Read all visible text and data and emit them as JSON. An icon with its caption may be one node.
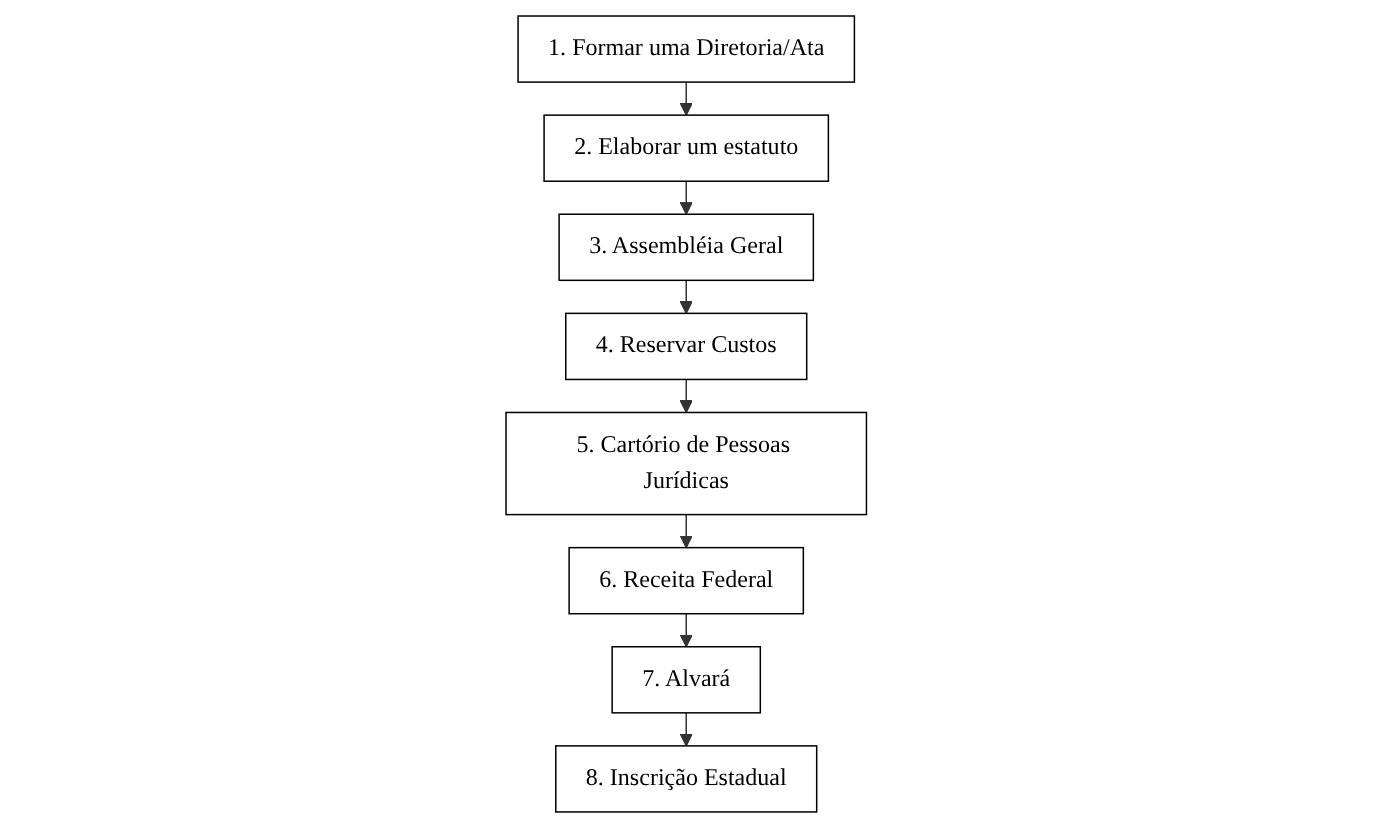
{
  "diagram": {
    "nodes": [
      {
        "text": [
          "1. Formar uma Diretoria/Ata"
        ]
      },
      {
        "text": [
          "2. Elaborar um estatuto"
        ]
      },
      {
        "text": [
          "3. Assembléia Geral"
        ]
      },
      {
        "text": [
          "4. Reservar Custos"
        ]
      },
      {
        "text": [
          "5. Cartório de Pessoas Jurídicas"
        ]
      },
      {
        "text": [
          "6. Receita Federal"
        ]
      },
      {
        "text": [
          "7. Alvará"
        ]
      },
      {
        "text": [
          "8. Inscrição Estadual"
        ]
      }
    ],
    "edges": [
      {
        "from": 0,
        "to": 1,
        "arrow": "to"
      },
      {
        "from": 1,
        "to": 2,
        "arrow": "to"
      },
      {
        "from": 2,
        "to": 3,
        "arrow": "to"
      },
      {
        "from": 3,
        "to": 4,
        "arrow": "to"
      },
      {
        "from": 4,
        "to": 5,
        "arrow": "to"
      },
      {
        "from": 5,
        "to": 6,
        "arrow": "to"
      },
      {
        "from": 6,
        "to": 7,
        "arrow": "to"
      }
    ]
  }
}
